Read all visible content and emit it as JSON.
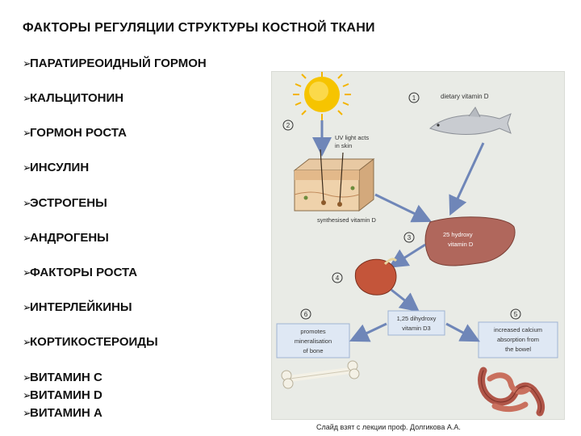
{
  "title": "ФАКТОРЫ РЕГУЛЯЦИИ СТРУКТУРЫ КОСТНОЙ ТКАНИ",
  "factors": [
    "ПАРАТИРЕОИДНЫЙ ГОРМОН",
    "КАЛЬЦИТОНИН",
    "ГОРМОН РОСТА",
    "ИНСУЛИН",
    "ЭСТРОГЕНЫ",
    "АНДРОГЕНЫ",
    "ФАКТОРЫ РОСТА",
    "ИНТЕРЛЕЙКИНЫ",
    "КОРТИКОСТЕРОИДЫ",
    "ВИТАМИН С",
    "ВИТАМИН D",
    "ВИТАМИН А"
  ],
  "diagram": {
    "step1_num": "1",
    "step1_label": "dietary vitamin D",
    "step2_num": "2",
    "uv_line1": "UV light acts",
    "uv_line2": "in skin",
    "synth_label": "synthesised vitamin D",
    "step3_num": "3",
    "liver_line1": "25 hydroxy",
    "liver_line2": "vitamin D",
    "step4_num": "4",
    "d3_line1": "1,25 dihydroxy",
    "d3_line2": "vitamin D3",
    "step5_num": "5",
    "bowel_line1": "increased calcium",
    "bowel_line2": "absorption from",
    "bowel_line3": "the bowel",
    "step6_num": "6",
    "bone_line1": "promotes",
    "bone_line2": "mineralisation",
    "bone_line3": "of bone"
  },
  "credit": "Слайд взят с лекции проф. Долгикова А.А.",
  "colors": {
    "arrow": "#6f86b8",
    "liver": "#b0675c",
    "sun": "#f6c400",
    "box_text": "#3a66b0"
  }
}
